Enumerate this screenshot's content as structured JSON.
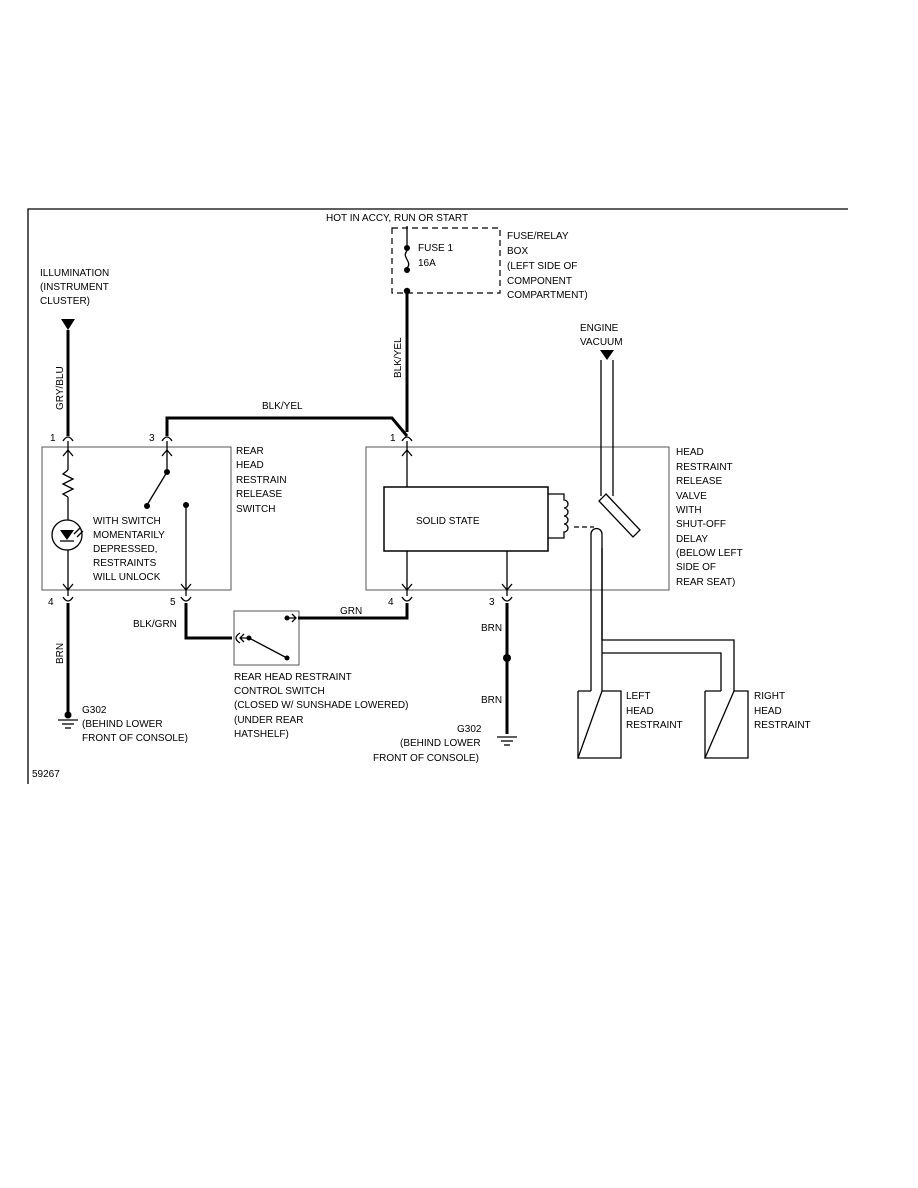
{
  "diagram_id": "59267",
  "fuse_box": {
    "supply": "HOT IN ACCY, RUN OR START",
    "fuse_name": "FUSE 1",
    "fuse_rating": "16A",
    "location": [
      "FUSE/RELAY",
      "BOX",
      "(LEFT SIDE OF",
      "COMPONENT",
      "COMPARTMENT)"
    ]
  },
  "illumination": [
    "ILLUMINATION",
    "(INSTRUMENT",
    "CLUSTER)"
  ],
  "engine_vacuum": [
    "ENGINE",
    "VACUUM"
  ],
  "wires": {
    "gry_blu": "GRY/BLU",
    "blk_yel_vertical": "BLK/YEL",
    "blk_yel_top": "BLK/YEL",
    "blk_grn": "BLK/GRN",
    "grn": "GRN",
    "brn_left": "BRN",
    "brn_right_top": "BRN",
    "brn_right_bottom": "BRN"
  },
  "pins": {
    "sw_1": "1",
    "sw_3": "3",
    "sw_4": "4",
    "sw_5": "5",
    "valve_1": "1",
    "valve_4": "4",
    "valve_3": "3"
  },
  "release_switch": {
    "label": [
      "REAR",
      "HEAD",
      "RESTRAIN",
      "RELEASE",
      "SWITCH"
    ],
    "note": [
      "WITH SWITCH",
      "MOMENTARILY",
      "DEPRESSED,",
      "RESTRAINTS",
      "WILL UNLOCK"
    ]
  },
  "release_valve": {
    "module": "SOLID STATE",
    "label": [
      "HEAD",
      "RESTRAINT",
      "RELEASE",
      "VALVE",
      "WITH",
      "SHUT-OFF",
      "DELAY",
      "(BELOW LEFT",
      "SIDE OF",
      "REAR SEAT)"
    ]
  },
  "control_switch": [
    "REAR HEAD RESTRAINT",
    "CONTROL SWITCH",
    "(CLOSED W/ SUNSHADE LOWERED)",
    "(UNDER REAR",
    "HATSHELF)"
  ],
  "ground_left": [
    "G302",
    "(BEHIND LOWER",
    "FRONT OF CONSOLE)"
  ],
  "ground_right": [
    "G302",
    "(BEHIND LOWER",
    "FRONT OF CONSOLE)"
  ],
  "left_restraint": [
    "LEFT",
    "HEAD",
    "RESTRAINT"
  ],
  "right_restraint": [
    "RIGHT",
    "HEAD",
    "RESTRAINT"
  ]
}
